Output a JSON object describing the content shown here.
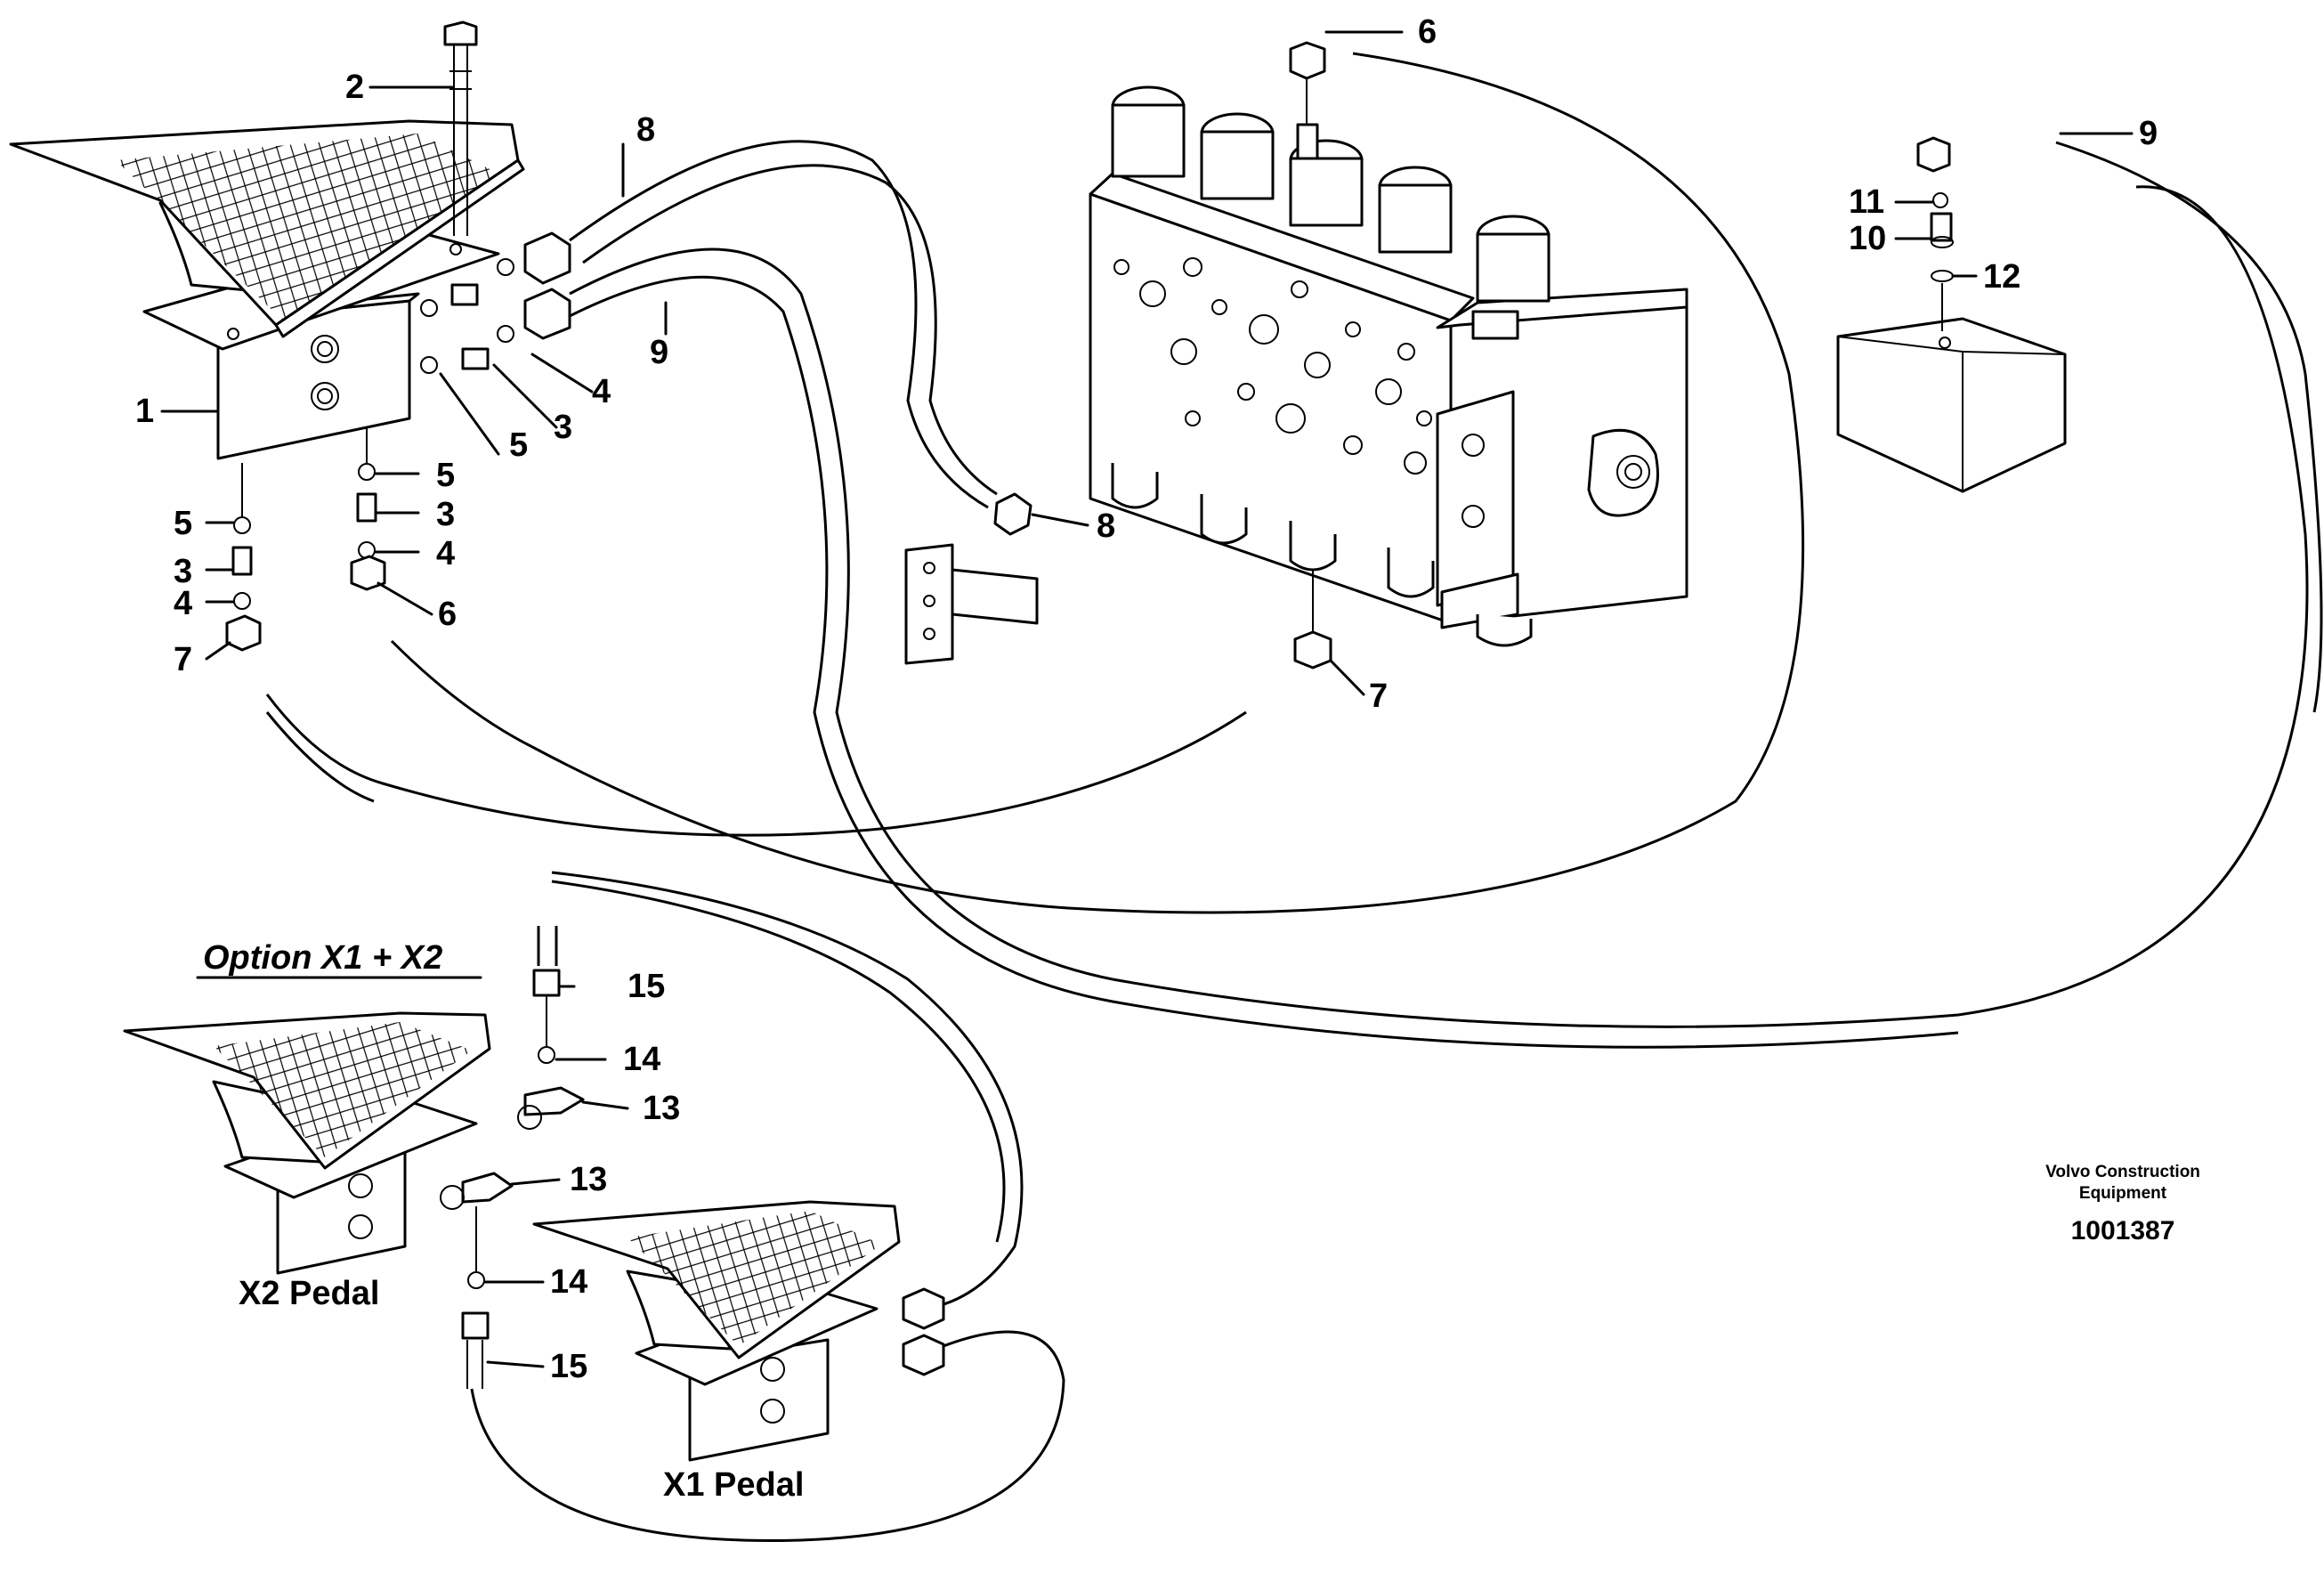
{
  "title": "Option X1 + X2",
  "pedal_labels": {
    "x1": "X1 Pedal",
    "x2": "X2 Pedal"
  },
  "brand": {
    "line1": "Volvo Construction",
    "line2": "Equipment"
  },
  "document_number": "1001387",
  "callouts": {
    "c1": "1",
    "c2": "2",
    "c3a": "3",
    "c3b": "3",
    "c3c": "3",
    "c4a": "4",
    "c4b": "4",
    "c4c": "4",
    "c5a": "5",
    "c5b": "5",
    "c5c": "5",
    "c6a": "6",
    "c6b": "6",
    "c7a": "7",
    "c7b": "7",
    "c8a": "8",
    "c8b": "8",
    "c9a": "9",
    "c9b": "9",
    "c10": "10",
    "c11": "11",
    "c12": "12",
    "c13a": "13",
    "c13b": "13",
    "c14a": "14",
    "c14b": "14",
    "c15a": "15",
    "c15b": "15"
  }
}
